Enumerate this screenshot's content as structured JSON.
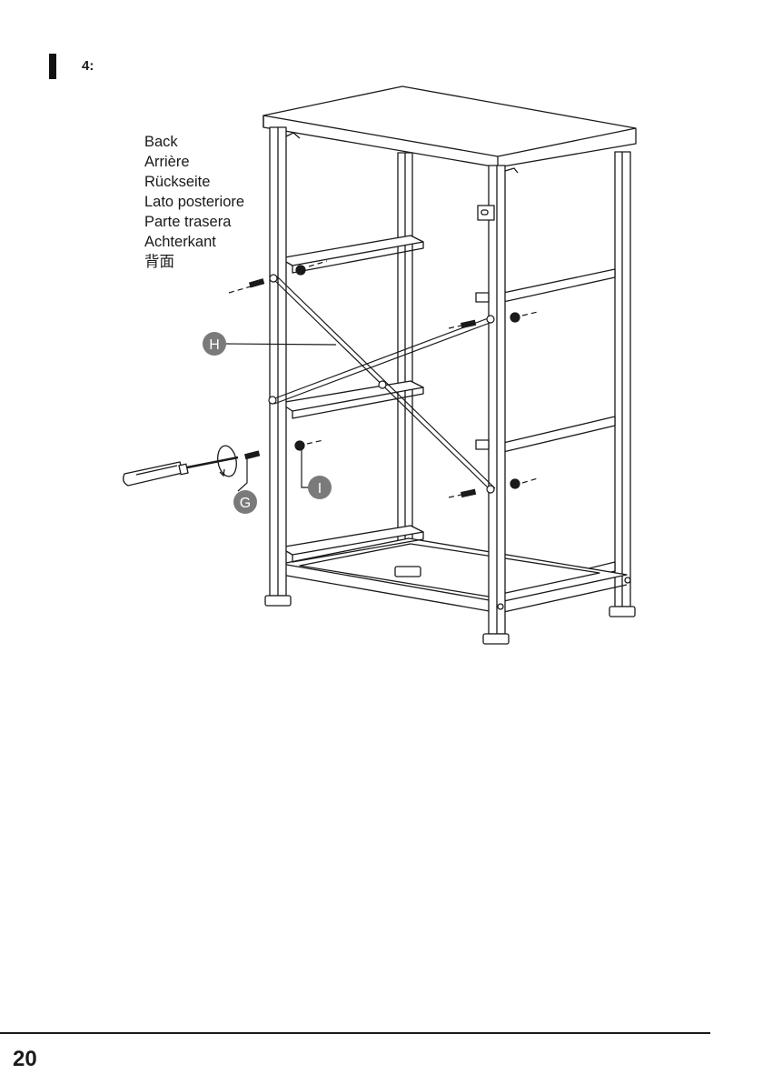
{
  "step": {
    "label": "4:"
  },
  "side_labels": [
    "Back",
    "Arrière",
    "Rückseite",
    "Lato posteriore",
    "Parte trasera",
    "Achterkant",
    "背面"
  ],
  "callouts": {
    "h": "H",
    "i": "I",
    "g": "G"
  },
  "footer": {
    "page_number": "20"
  },
  "colors": {
    "ink": "#1a1a1a",
    "callout_fill": "#7a7a7a",
    "paper": "#ffffff"
  }
}
